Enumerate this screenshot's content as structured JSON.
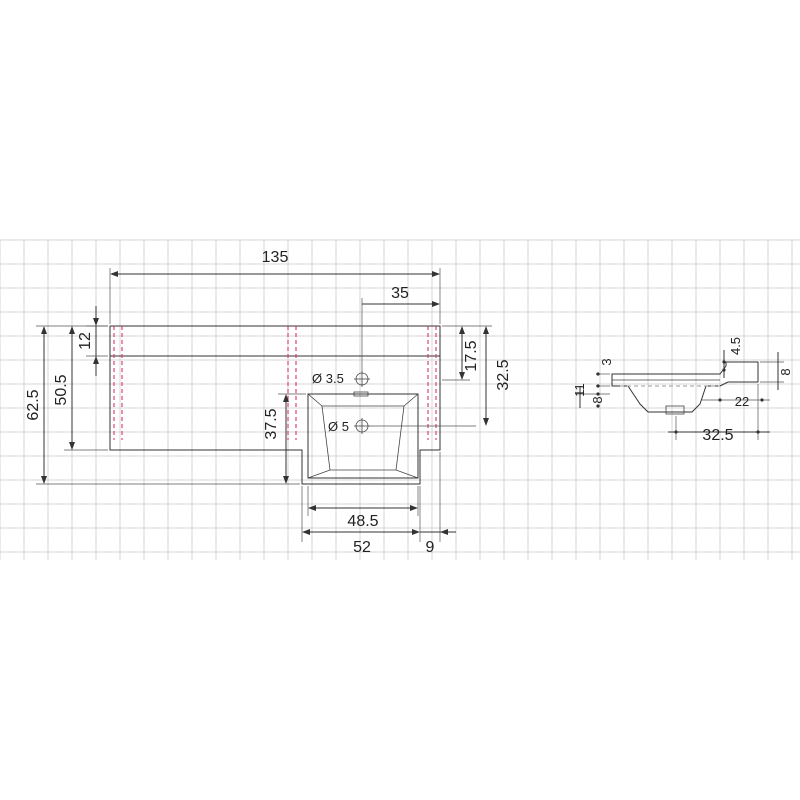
{
  "dimensions": {
    "width_total": "135",
    "width_right": "35",
    "depth_top_band": "12",
    "depth_total": "62.5",
    "depth_inner": "50.5",
    "depth_basin_offset": "37.5",
    "depth_right_upper": "17.5",
    "depth_right": "32.5",
    "hole_small": "Ø 3.5",
    "hole_drain": "Ø 5",
    "basin_inner_width": "48.5",
    "basin_width": "52",
    "basin_edge": "9"
  },
  "side_view": {
    "thickness_top": "3",
    "thickness_mid": "11",
    "thickness_low": "8",
    "lip_height": "4.5",
    "lip_side": "8",
    "basin_depth": "22",
    "basin_span": "32.5"
  },
  "colors": {
    "outline": "#333333",
    "hidden_lines": "#d6336c",
    "grid": "#d4d4d4"
  }
}
